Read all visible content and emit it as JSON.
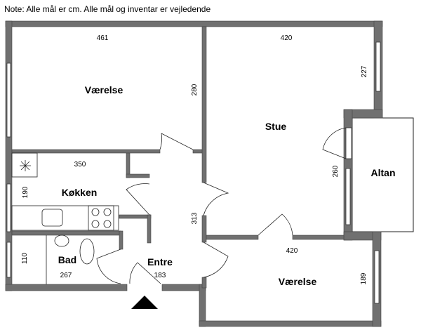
{
  "note": "Note: Alle mål er cm. Alle mål og inventar er vejledende",
  "rooms": {
    "vaerelse_top": {
      "label": "Værelse",
      "width": "461",
      "height": "280"
    },
    "stue": {
      "label": "Stue",
      "width": "420",
      "height": "227"
    },
    "kokken": {
      "label": "Køkken",
      "width": "350",
      "height": "190"
    },
    "entre": {
      "label": "Entre",
      "width": "183",
      "height": "313"
    },
    "altan": {
      "label": "Altan",
      "height": "260"
    },
    "bad": {
      "label": "Bad",
      "width": "267",
      "height": "110"
    },
    "vaerelse_bottom": {
      "label": "Værelse",
      "width": "420",
      "height": "189"
    }
  },
  "colors": {
    "wall": "#707070"
  }
}
